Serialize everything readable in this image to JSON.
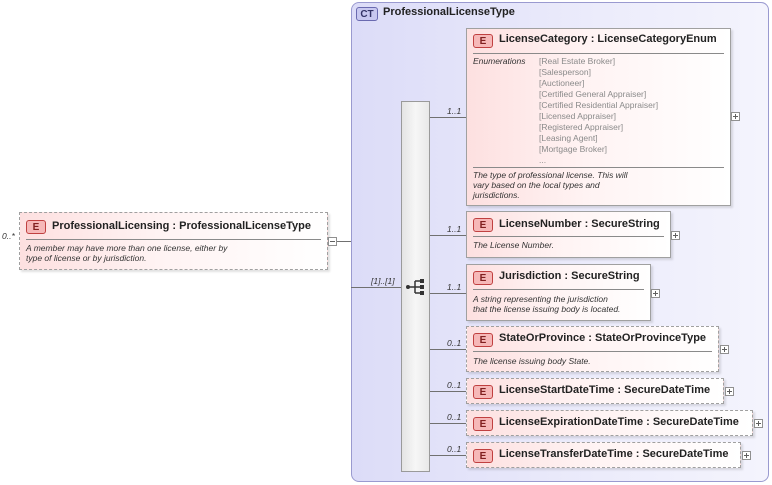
{
  "complex_type": {
    "badge": "CT",
    "name": "ProfessionalLicenseType"
  },
  "root": {
    "badge": "E",
    "name": "ProfessionalLicensing : ProfessionalLicenseType",
    "multiplicity": "0..*",
    "documentation": [
      "A member may have more than one license, either by",
      "type of license or by jurisdiction."
    ]
  },
  "sequence": {
    "multiplicity": "[1]..[1]",
    "icon": "sequence-icon"
  },
  "elements": [
    {
      "badge": "E",
      "name": "LicenseCategory : LicenseCategoryEnum",
      "multiplicity": "1..1",
      "optional": false,
      "enumerations_label": "Enumerations",
      "enumerations": [
        "[Real Estate Broker]",
        "[Salesperson]",
        "[Auctioneer]",
        "[Certified General Appraiser]",
        "[Certified Residential Appraiser]",
        "[Licensed Appraiser]",
        "[Registered Appraiser]",
        "[Leasing Agent]",
        "[Mortgage Broker]",
        "..."
      ],
      "documentation": [
        "The type of professional license. This will",
        "vary based on the local types and",
        "jurisdictions."
      ]
    },
    {
      "badge": "E",
      "name": "LicenseNumber : SecureString",
      "multiplicity": "1..1",
      "optional": false,
      "documentation": [
        "The License Number."
      ]
    },
    {
      "badge": "E",
      "name": "Jurisdiction : SecureString",
      "multiplicity": "1..1",
      "optional": false,
      "documentation": [
        "A string representing the jurisdiction",
        "that the license issuing body is located."
      ]
    },
    {
      "badge": "E",
      "name": "StateOrProvince : StateOrProvinceType",
      "multiplicity": "0..1",
      "optional": true,
      "documentation": [
        "The license issuing body State."
      ]
    },
    {
      "badge": "E",
      "name": "LicenseStartDateTime : SecureDateTime",
      "multiplicity": "0..1",
      "optional": true
    },
    {
      "badge": "E",
      "name": "LicenseExpirationDateTime : SecureDateTime",
      "multiplicity": "0..1",
      "optional": true
    },
    {
      "badge": "E",
      "name": "LicenseTransferDateTime : SecureDateTime",
      "multiplicity": "0..1",
      "optional": true
    }
  ]
}
